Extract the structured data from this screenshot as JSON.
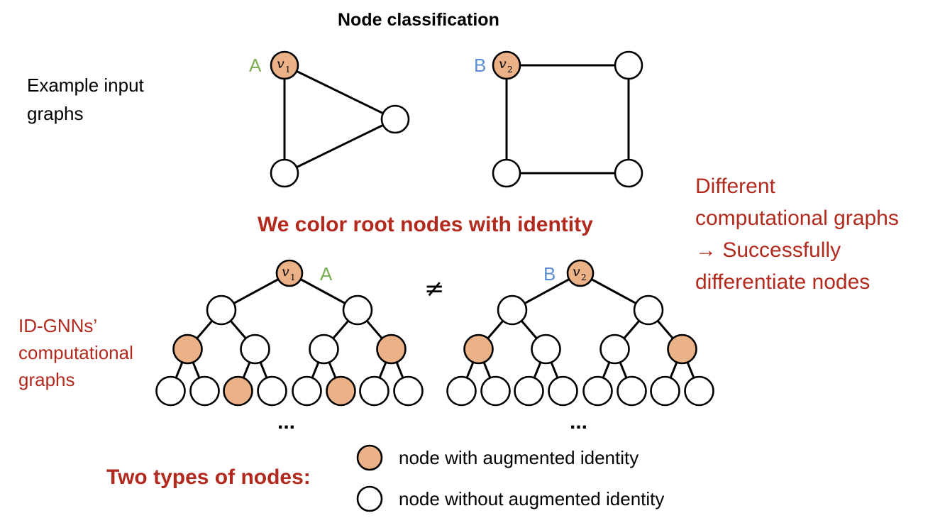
{
  "title": "Node classification",
  "input_label": [
    "Example input",
    "graphs"
  ],
  "subtitle": "We color root nodes with identity",
  "computational_label": [
    "ID-GNNs’",
    "computational",
    "graphs"
  ],
  "right_note": [
    "Different",
    "computational graphs",
    "→ Successfully",
    "differentiate nodes"
  ],
  "not_equal_symbol": "≠",
  "ellipsis": "...",
  "colors": {
    "augmented_node": "#ebb288",
    "plain_node": "#ffffff",
    "accent_red": "#b22a1e",
    "label_a": "#7aae52",
    "label_b": "#5b8fd0"
  },
  "input_graphs": [
    {
      "name": "A",
      "root_label": "v",
      "root_subscript": "1",
      "type": "triangle",
      "nodes": [
        {
          "id": 0,
          "augmented": true
        },
        {
          "id": 1,
          "augmented": false
        },
        {
          "id": 2,
          "augmented": false
        }
      ],
      "edges": [
        [
          0,
          1
        ],
        [
          1,
          2
        ],
        [
          2,
          0
        ]
      ]
    },
    {
      "name": "B",
      "root_label": "v",
      "root_subscript": "2",
      "type": "square",
      "nodes": [
        {
          "id": 0,
          "augmented": true
        },
        {
          "id": 1,
          "augmented": false
        },
        {
          "id": 2,
          "augmented": false
        },
        {
          "id": 3,
          "augmented": false
        }
      ],
      "edges": [
        [
          0,
          1
        ],
        [
          1,
          3
        ],
        [
          3,
          2
        ],
        [
          2,
          0
        ]
      ]
    }
  ],
  "computational_graphs": [
    {
      "name": "A",
      "root_label": "v",
      "root_subscript": "1",
      "levels": [
        [
          true
        ],
        [
          false,
          false
        ],
        [
          true,
          false,
          false,
          true
        ],
        [
          false,
          false,
          true,
          false,
          false,
          true,
          false,
          false
        ]
      ]
    },
    {
      "name": "B",
      "root_label": "v",
      "root_subscript": "2",
      "levels": [
        [
          true
        ],
        [
          false,
          false
        ],
        [
          true,
          false,
          false,
          true
        ],
        [
          false,
          false,
          false,
          false,
          false,
          false,
          false,
          false
        ]
      ]
    }
  ],
  "legend": {
    "title": "Two types of nodes:",
    "items": [
      {
        "label": "node with augmented identity",
        "augmented": true
      },
      {
        "label": "node without augmented identity",
        "augmented": false
      }
    ]
  }
}
